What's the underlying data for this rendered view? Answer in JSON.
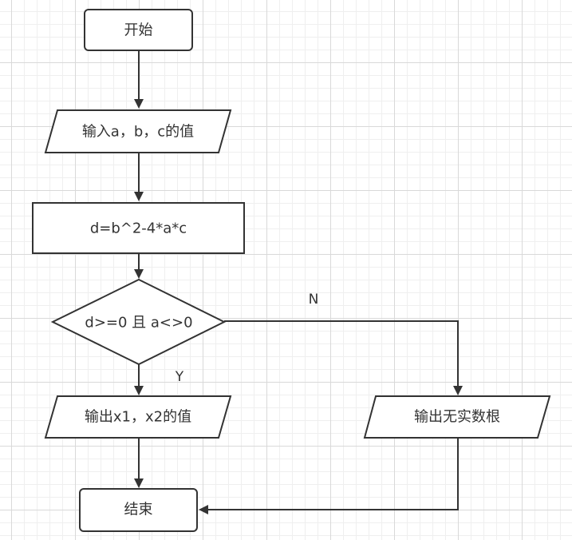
{
  "flowchart": {
    "nodes": {
      "start": "开始",
      "input": "输入a，b，c的值",
      "compute": "d=b^2-4*a*c",
      "decision": "d>=0 且 a<>0",
      "output_roots": "输出x1，x2的值",
      "output_no_roots": "输出无实数根",
      "end": "结束"
    },
    "edge_labels": {
      "yes": "Y",
      "no": "N"
    }
  },
  "colors": {
    "stroke": "#333333",
    "text": "#333333",
    "grid_major": "#d9d9d9",
    "grid_minor": "#efefef",
    "background": "#ffffff"
  }
}
